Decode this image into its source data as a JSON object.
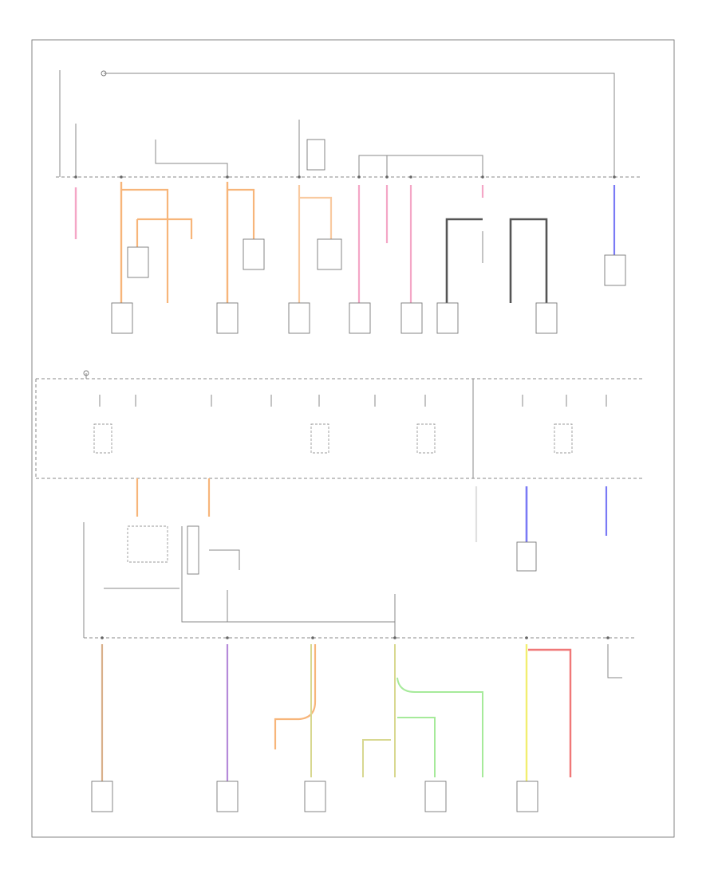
{
  "diagram": {
    "type": "wiring-schematic",
    "wire_colors": {
      "pink": "#f4a6c6",
      "orange": "#f7b57a",
      "light_orange": "#f9caa0",
      "blue": "#7a7af5",
      "dark": "#555555",
      "purple": "#b58ad9",
      "tan": "#d9b08a",
      "yellow_green": "#d8d890",
      "green": "#a6ea9a",
      "yellow": "#f2ee70",
      "red": "#f07878"
    },
    "sections": [
      "power-top",
      "fuse-box-middle",
      "ground-bottom"
    ]
  }
}
